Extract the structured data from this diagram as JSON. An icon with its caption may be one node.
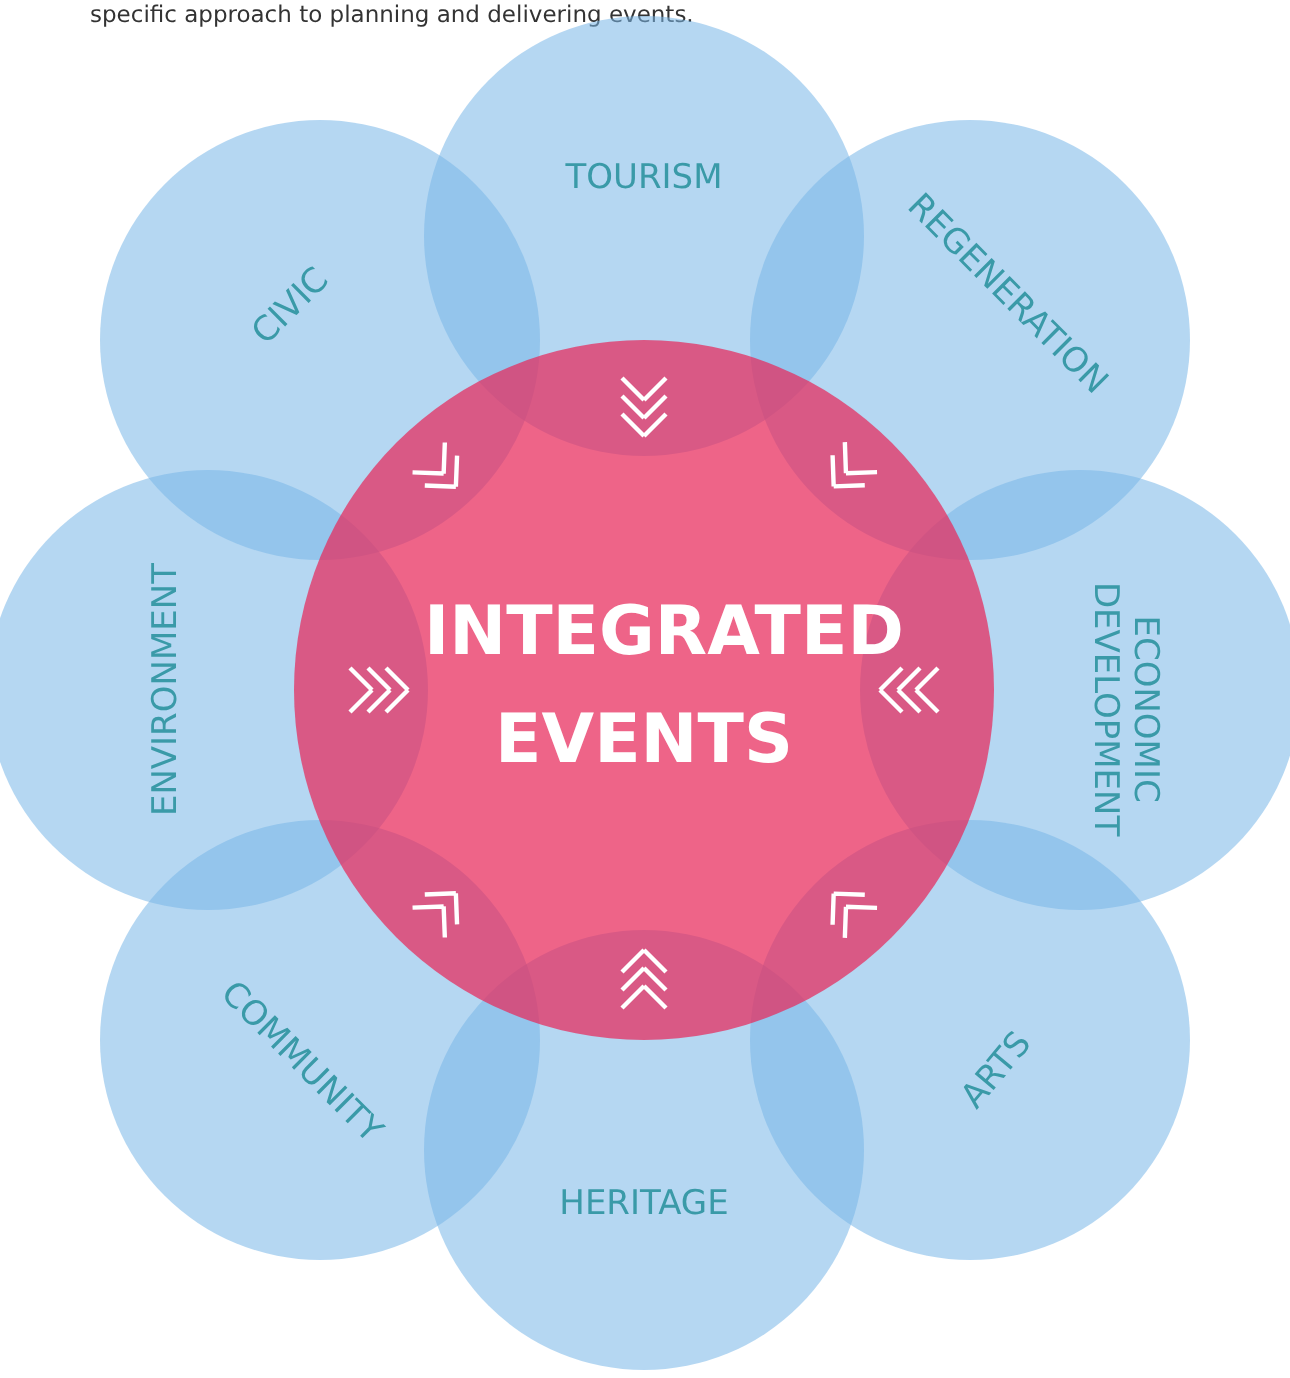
{
  "diagram": {
    "nodes": [
      {
        "text": [
          "INTEGRATED EVENTS"
        ]
      },
      {
        "text": [
          "TOURISM"
        ]
      },
      {
        "text": [
          "REGENERATION"
        ]
      },
      {
        "text": [
          "ECONOMIC DEVELOPMENT"
        ]
      },
      {
        "text": [
          "ARTS"
        ]
      },
      {
        "text": [
          "HERITAGE"
        ]
      },
      {
        "text": [
          "COMMUNITY"
        ]
      },
      {
        "text": [
          "ENVIRONMENT"
        ]
      },
      {
        "text": [
          "CIVIC"
        ]
      }
    ],
    "labels": [
      "specific approach to planning and delivering events."
    ]
  }
}
